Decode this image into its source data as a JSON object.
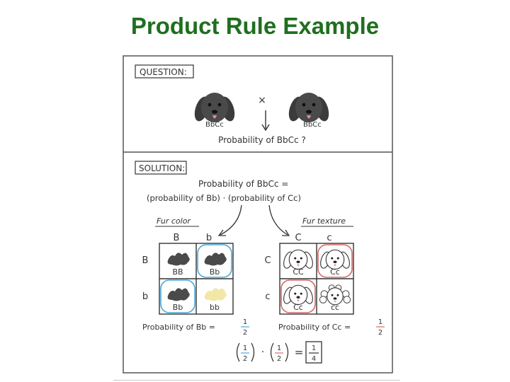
{
  "slide": {
    "title": "Product Rule Example"
  },
  "question": {
    "header": "QUESTION:",
    "parent_left_genotype": "BbCc",
    "parent_right_genotype": "BbCc",
    "cross_symbol": "×",
    "prompt": "Probability of BbCc ?"
  },
  "solution": {
    "header": "SOLUTION:",
    "equation_line1": "Probability of BbCc =",
    "equation_line2": "(probability of Bb) · (probability of Cc)",
    "fur_color": {
      "label": "Fur color",
      "col_headers": [
        "B",
        "b"
      ],
      "row_headers": [
        "B",
        "b"
      ],
      "cells": [
        "BB",
        "Bb",
        "Bb",
        "bb"
      ]
    },
    "fur_texture": {
      "label": "Fur texture",
      "col_headers": [
        "C",
        "c"
      ],
      "row_headers": [
        "C",
        "c"
      ],
      "cells": [
        "CC",
        "Cc",
        "Cc",
        "cc"
      ]
    },
    "prob_bb_label": "Probability of Bb =",
    "prob_bb_num": "1",
    "prob_bb_den": "2",
    "prob_cc_label": "Probability of Cc =",
    "prob_cc_num": "1",
    "prob_cc_den": "2",
    "final": {
      "a_num": "1",
      "a_den": "2",
      "dot": "·",
      "b_num": "1",
      "b_den": "2",
      "equals": "=",
      "result_num": "1",
      "result_den": "4"
    }
  },
  "colors": {
    "title": "#1f6f1f",
    "blue_highlight": "#4aa8d8",
    "red_highlight": "#d46a6a",
    "dark_fur": "#4a4a4a",
    "cream_fur": "#f3e7a8"
  }
}
